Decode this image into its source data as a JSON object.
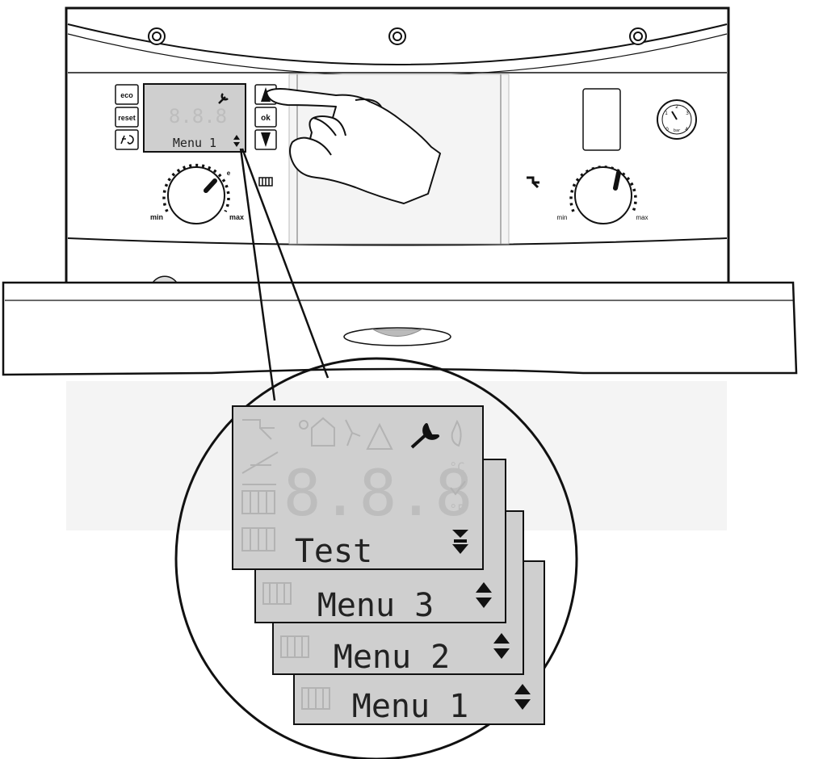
{
  "control_panel": {
    "buttons": {
      "eco": "eco",
      "reset": "reset",
      "ok": "ok"
    },
    "lcd_small": {
      "digits": "8.8.8",
      "menu_text": "Menu 1"
    },
    "heating_knob": {
      "min_label": "min",
      "max_label": "max",
      "e_label": "e"
    },
    "hot_water_knob": {
      "min_label": "min",
      "max_label": "max"
    },
    "pressure_gauge": {
      "unit": "bar",
      "ticks": [
        "0",
        "1",
        "2",
        "3",
        "4"
      ]
    }
  },
  "zoom_view": {
    "screens": [
      {
        "label": "Test",
        "arrow": "down"
      },
      {
        "label": "Menu 3",
        "arrow": "updown"
      },
      {
        "label": "Menu 2",
        "arrow": "updown"
      },
      {
        "label": "Menu 1",
        "arrow": "updown"
      }
    ],
    "ghost_digits": "8.8.8",
    "units": [
      "°C",
      "°F"
    ]
  },
  "colors": {
    "lcd_background": "#cfcfcf",
    "outline": "#111111",
    "panel": "#ffffff"
  }
}
